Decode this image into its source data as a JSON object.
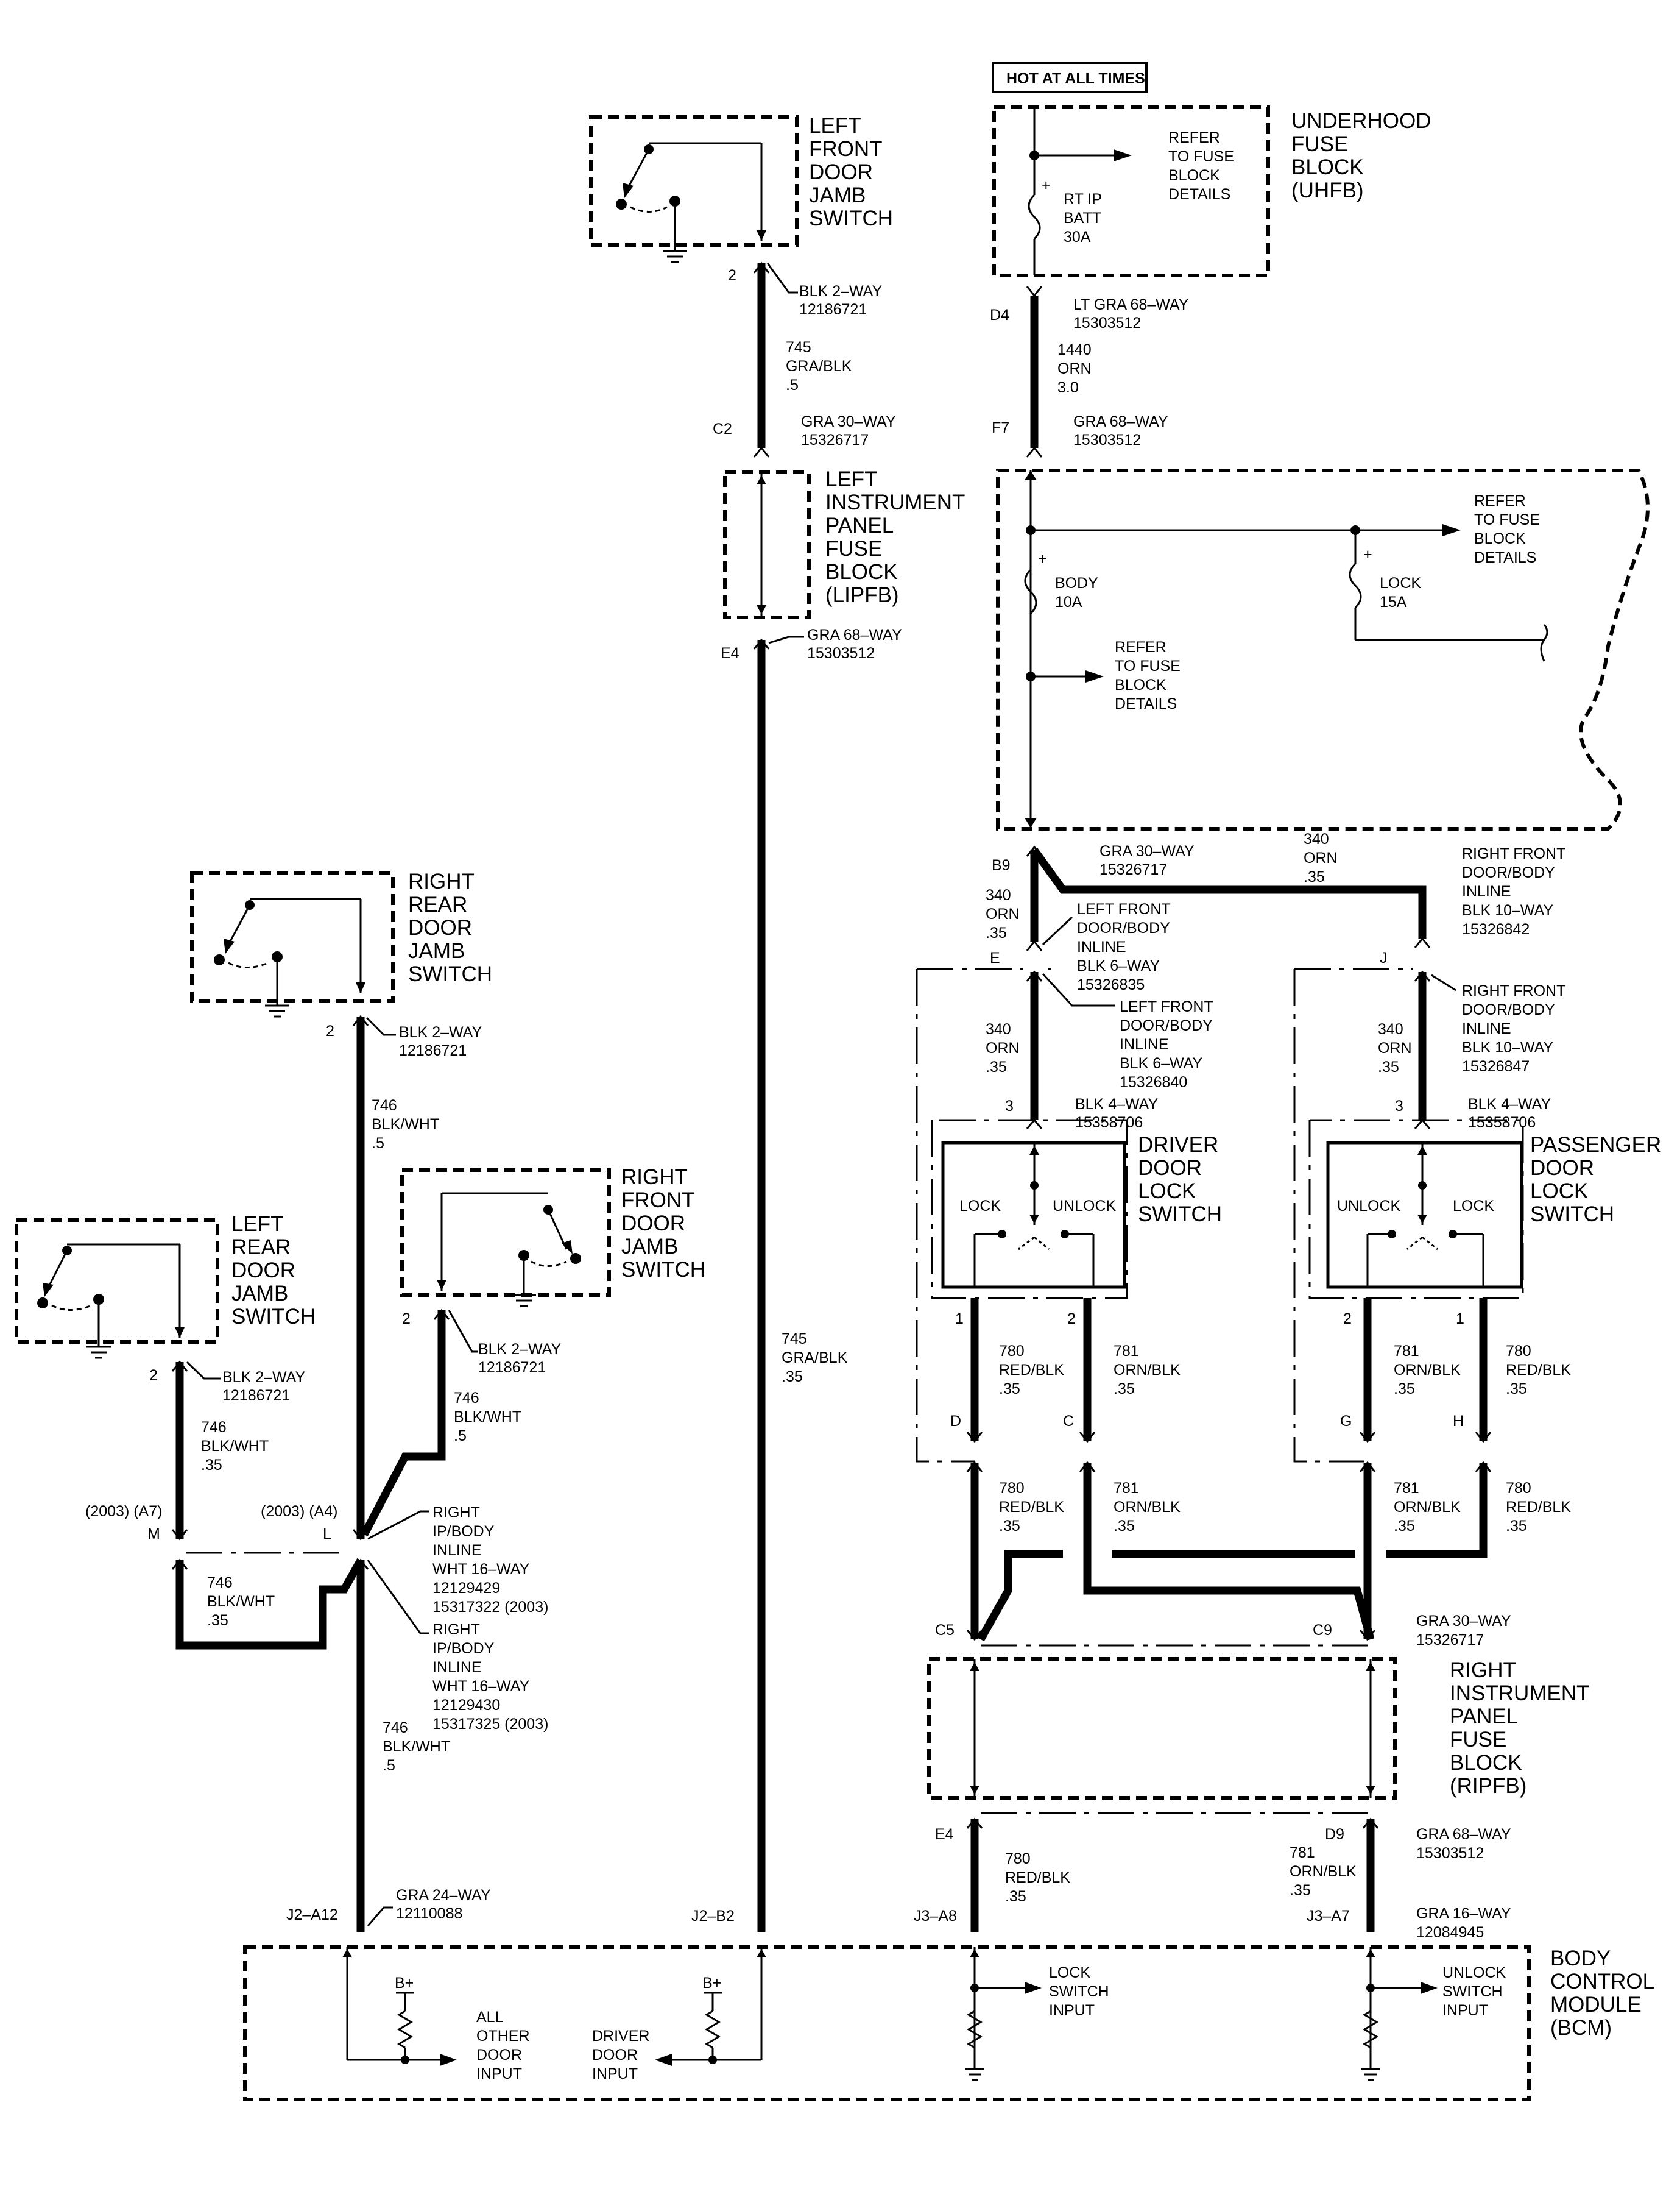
{
  "hot_at_all_times": "HOT AT ALL TIMES",
  "components": {
    "uhfb": [
      "UNDERHOOD",
      "FUSE",
      "BLOCK",
      "(UHFB)"
    ],
    "lipfb": [
      "LEFT",
      "INSTRUMENT",
      "PANEL",
      "FUSE",
      "BLOCK",
      "(LIPFB)"
    ],
    "ripfb": [
      "RIGHT",
      "INSTRUMENT",
      "PANEL",
      "FUSE",
      "BLOCK",
      "(RIPFB)"
    ],
    "bcm": [
      "BODY",
      "CONTROL",
      "MODULE",
      "(BCM)"
    ],
    "lf_jamb": [
      "LEFT",
      "FRONT",
      "DOOR",
      "JAMB",
      "SWITCH"
    ],
    "rr_jamb": [
      "RIGHT",
      "REAR",
      "DOOR",
      "JAMB",
      "SWITCH"
    ],
    "rf_jamb": [
      "RIGHT",
      "FRONT",
      "DOOR",
      "JAMB",
      "SWITCH"
    ],
    "lr_jamb": [
      "LEFT",
      "REAR",
      "DOOR",
      "JAMB",
      "SWITCH"
    ],
    "driver_lock": [
      "DRIVER",
      "DOOR",
      "LOCK",
      "SWITCH"
    ],
    "passenger_lock": [
      "PASSENGER",
      "DOOR",
      "LOCK",
      "SWITCH"
    ]
  },
  "fuses": {
    "rt_ip_batt": [
      "RT IP",
      "BATT",
      "30A"
    ],
    "body": [
      "BODY",
      "10A"
    ],
    "lock": [
      "LOCK",
      "15A"
    ]
  },
  "refer": [
    "REFER",
    "TO FUSE",
    "BLOCK",
    "DETAILS"
  ],
  "switch_labels": {
    "lock": "LOCK",
    "unlock": "UNLOCK"
  },
  "bcm_inputs": {
    "all_other": [
      "ALL",
      "OTHER",
      "DOOR",
      "INPUT"
    ],
    "driver": [
      "DRIVER",
      "DOOR",
      "INPUT"
    ],
    "lock": [
      "LOCK",
      "SWITCH",
      "INPUT"
    ],
    "unlock": [
      "UNLOCK",
      "SWITCH",
      "INPUT"
    ],
    "bplus": "B+"
  },
  "connectors": {
    "blk2way": [
      "BLK 2–WAY",
      "12186721"
    ],
    "gra30_c2": [
      "GRA 30–WAY",
      "15326717"
    ],
    "gra68_e4": [
      "GRA 68–WAY",
      "15303512"
    ],
    "ltgra68": [
      "LT GRA 68–WAY",
      "15303512"
    ],
    "gra68_f7": [
      "GRA 68–WAY",
      "15303512"
    ],
    "gra30_b9": [
      "GRA 30–WAY",
      "15326717"
    ],
    "lf_inline_a": [
      "LEFT FRONT",
      "DOOR/BODY",
      "INLINE",
      "BLK 6–WAY",
      "15326835"
    ],
    "lf_inline_b": [
      "LEFT FRONT",
      "DOOR/BODY",
      "INLINE",
      "BLK 6–WAY",
      "15326840"
    ],
    "rf_inline_a": [
      "RIGHT FRONT",
      "DOOR/BODY",
      "INLINE",
      "BLK 10–WAY",
      "15326842"
    ],
    "rf_inline_b": [
      "RIGHT FRONT",
      "DOOR/BODY",
      "INLINE",
      "BLK 10–WAY",
      "15326847"
    ],
    "blk4way_d": [
      "BLK 4–WAY",
      "15358706"
    ],
    "blk4way_p": [
      "BLK 4–WAY",
      "15358706"
    ],
    "rip_inline_a": [
      "RIGHT",
      "IP/BODY",
      "INLINE",
      "WHT 16–WAY",
      "12129429",
      "15317322 (2003)"
    ],
    "rip_inline_b": [
      "RIGHT",
      "IP/BODY",
      "INLINE",
      "WHT 16–WAY",
      "12129430",
      "15317325 (2003)"
    ],
    "gra30_c9": [
      "GRA 30–WAY",
      "15326717"
    ],
    "gra68_d9": [
      "GRA 68–WAY",
      "15303512"
    ],
    "gra24": [
      "GRA 24–WAY",
      "12110088"
    ],
    "gra16": [
      "GRA 16–WAY",
      "12084945"
    ]
  },
  "wires": {
    "w745_top": [
      "745",
      "GRA/BLK",
      ".5"
    ],
    "w745_long": [
      "745",
      "GRA/BLK",
      ".35"
    ],
    "w1440": [
      "1440",
      "ORN",
      "3.0"
    ],
    "w340_top": [
      "340",
      "ORN",
      ".35"
    ],
    "w340_b9": [
      "340",
      "ORN",
      ".35"
    ],
    "w340_e": [
      "340",
      "ORN",
      ".35"
    ],
    "w340_j": [
      "340",
      "ORN",
      ".35"
    ],
    "w746_rr": [
      "746",
      "BLK/WHT",
      ".5"
    ],
    "w746_rf": [
      "746",
      "BLK/WHT",
      ".5"
    ],
    "w746_lr": [
      "746",
      "BLK/WHT",
      ".35"
    ],
    "w746_m": [
      "746",
      "BLK/WHT",
      ".35"
    ],
    "w746_bot": [
      "746",
      "BLK/WHT",
      ".5"
    ],
    "w780_d1": [
      "780",
      "RED/BLK",
      ".35"
    ],
    "w781_d1": [
      "781",
      "ORN/BLK",
      ".35"
    ],
    "w781_p1": [
      "781",
      "ORN/BLK",
      ".35"
    ],
    "w780_p1": [
      "780",
      "RED/BLK",
      ".35"
    ],
    "w780_d2": [
      "780",
      "RED/BLK",
      ".35"
    ],
    "w781_d2": [
      "781",
      "ORN/BLK",
      ".35"
    ],
    "w781_p2": [
      "781",
      "ORN/BLK",
      ".35"
    ],
    "w780_p2": [
      "780",
      "RED/BLK",
      ".35"
    ],
    "w780_bot": [
      "780",
      "RED/BLK",
      ".35"
    ],
    "w781_bot": [
      "781",
      "ORN/BLK",
      ".35"
    ]
  },
  "pins": {
    "lf_jamb": "2",
    "c2": "C2",
    "e4": "E4",
    "d4": "D4",
    "f7": "F7",
    "b9": "B9",
    "e": "E",
    "j": "J",
    "d3": "3",
    "p3": "3",
    "d_pin1": "1",
    "d_pin2": "2",
    "p_pin2": "2",
    "p_pin1": "1",
    "d": "D",
    "c": "C",
    "g": "G",
    "h": "H",
    "c5": "C5",
    "c9": "C9",
    "e4_r": "E4",
    "d9": "D9",
    "j3a8": "J3–A8",
    "j3a7": "J3–A7",
    "j2a12": "J2–A12",
    "j2b2": "J2–B2",
    "rr": "2",
    "rf": "2",
    "lr": "2",
    "a7": "(2003) (A7)",
    "a4": "(2003) (A4)",
    "m": "M",
    "l": "L"
  }
}
